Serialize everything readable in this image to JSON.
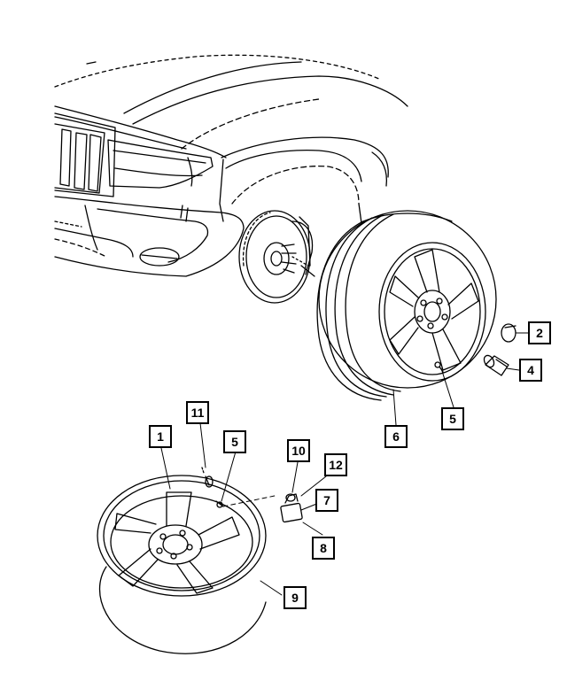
{
  "callouts": {
    "c1": "1",
    "c2": "2",
    "c4": "4",
    "c5_wheel": "5",
    "c5_rim": "5",
    "c6": "6",
    "c7": "7",
    "c8": "8",
    "c9": "9",
    "c10": "10",
    "c11": "11",
    "c12": "12"
  },
  "colors": {
    "line": "#000000",
    "background": "#ffffff"
  }
}
